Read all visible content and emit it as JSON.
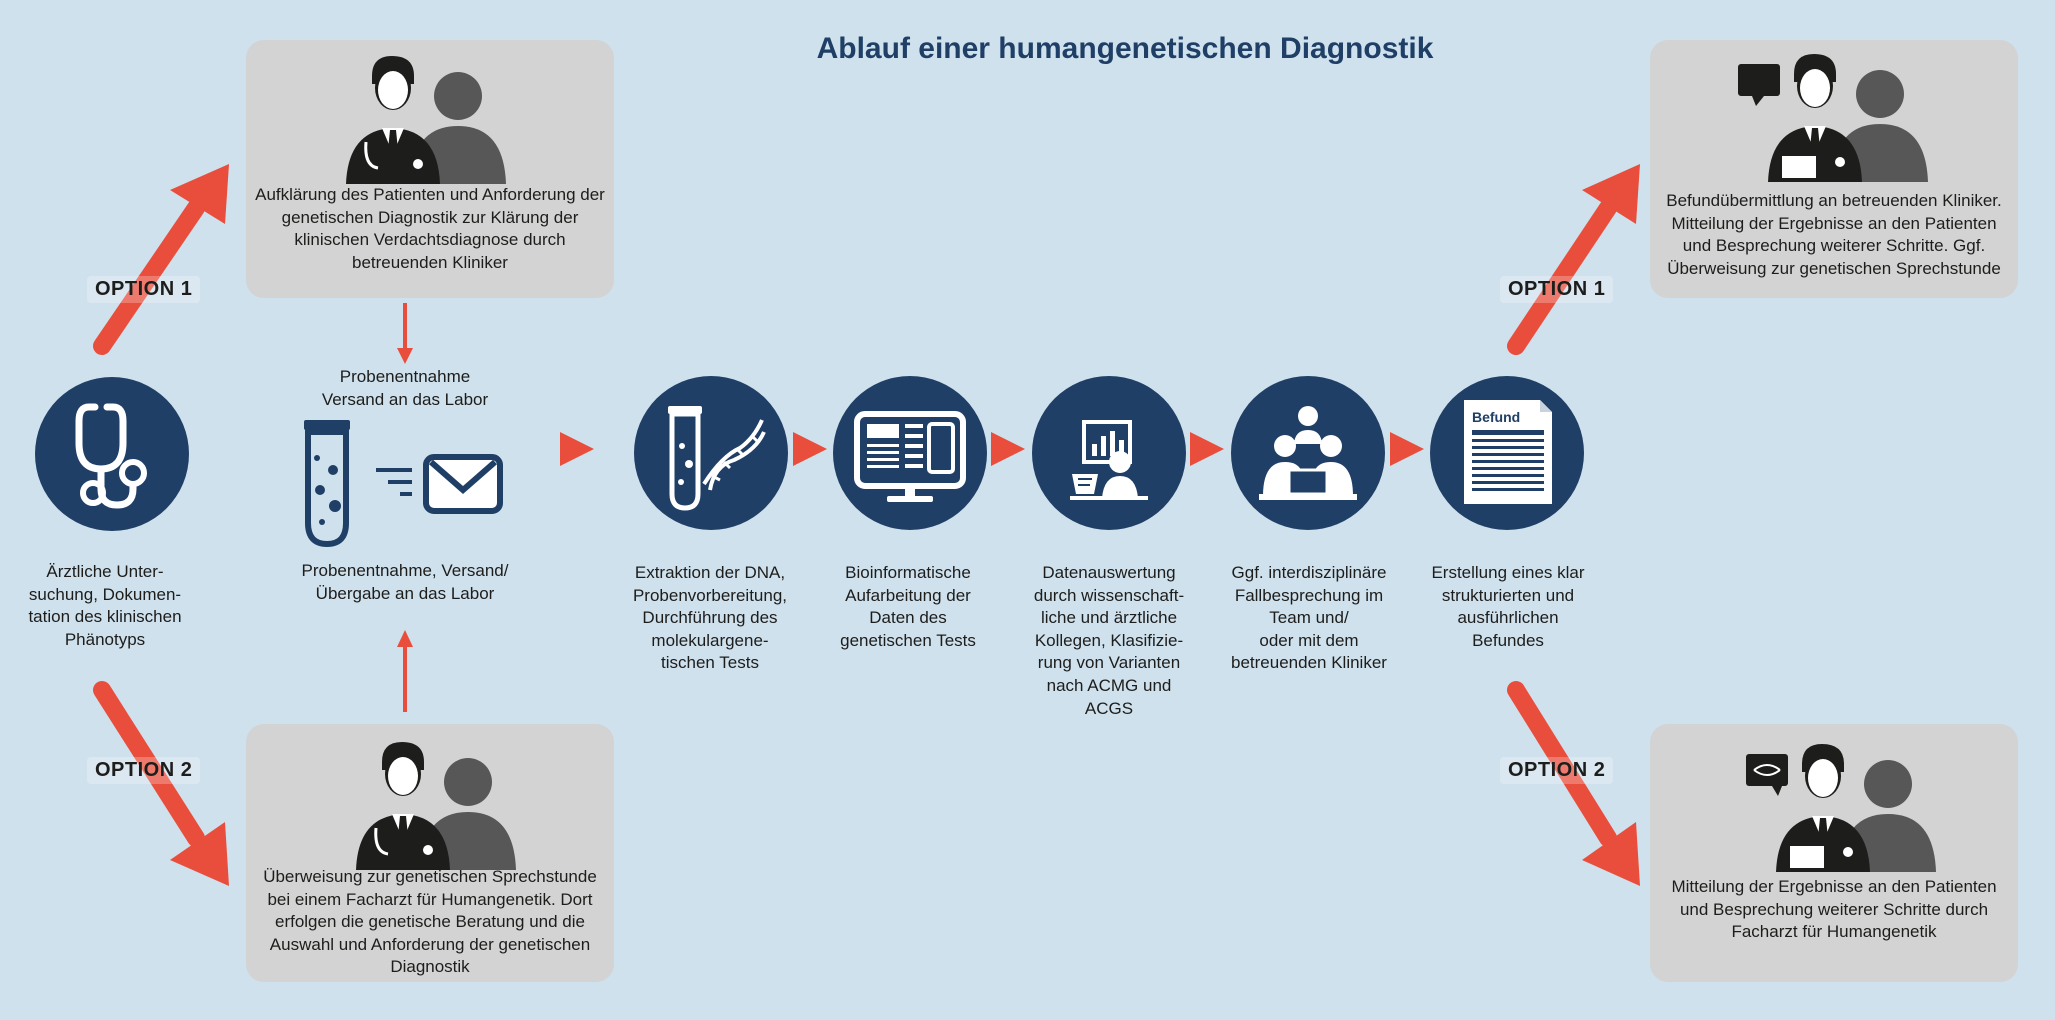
{
  "title": "Ablauf einer humangenetischen Diagnostik",
  "colors": {
    "background": "#cfe1ed",
    "navy": "#1f3f66",
    "box": "#d3d3d3",
    "arrow": "#e94e3c",
    "person_dark": "#555555"
  },
  "left_options": {
    "option1_label": "OPTION 1",
    "option2_label": "OPTION 2",
    "box1_text": "Aufklärung des Patienten und Anforderung der genetischen Diagnostik zur Klärung der klinischen Verdachtsdiagnose durch betreuenden Kliniker",
    "box2_text": "Überweisung zur genetischen Sprechstunde bei einem Facharzt für Humangenetik. Dort erfolgen die genetische Beratung und die Auswahl und Anforderung der genetischen Diagnostik"
  },
  "right_options": {
    "option1_label": "OPTION 1",
    "option2_label": "OPTION 2",
    "box1_text": "Befundübermittlung an betreuenden Kliniker. Mitteilung der Ergebnisse an den Patienten und Besprechung weiterer Schritte. Ggf. Überweisung zur genetischen Sprechstunde",
    "box2_text": "Mitteilung der Ergebnisse an den Patienten und Besprechung weiterer Schritte durch Facharzt für Humangenetik"
  },
  "sample": {
    "top_label": "Probenentnahme\nVersand an das Labor",
    "bottom_label": "Probenentnahme, Versand/ Übergabe an das Labor"
  },
  "badge_text": "Befund",
  "steps": [
    {
      "icon": "stethoscope-icon",
      "text": "Ärztliche Unter-\nsuchung, Dokumen-\ntation des klinischen\nPhänotyps"
    },
    {
      "icon": "dna-test-tube-icon",
      "text": "Extraktion der DNA,\nProbenvorbereitung,\nDurchführung des\nmolekulargene-\ntischen Tests"
    },
    {
      "icon": "monitor-icon",
      "text": "Bioinformatische\nAufarbeitung der\nDaten des\ngenetischen Tests"
    },
    {
      "icon": "data-analyst-icon",
      "text": "Datenauswertung\ndurch wissenschaft-\nliche und ärztliche\nKollegen, Klasifizie-\nrung von Varianten\nnach ACMG und\nACGS"
    },
    {
      "icon": "team-meeting-icon",
      "text": "Ggf. interdisziplinäre\nFallbesprechung im\nTeam und/\noder mit dem\nbetreuenden Kliniker"
    },
    {
      "icon": "report-document-icon",
      "text": "Erstellung eines klar\nstrukturierten und\nausführlichen\nBefundes"
    }
  ]
}
